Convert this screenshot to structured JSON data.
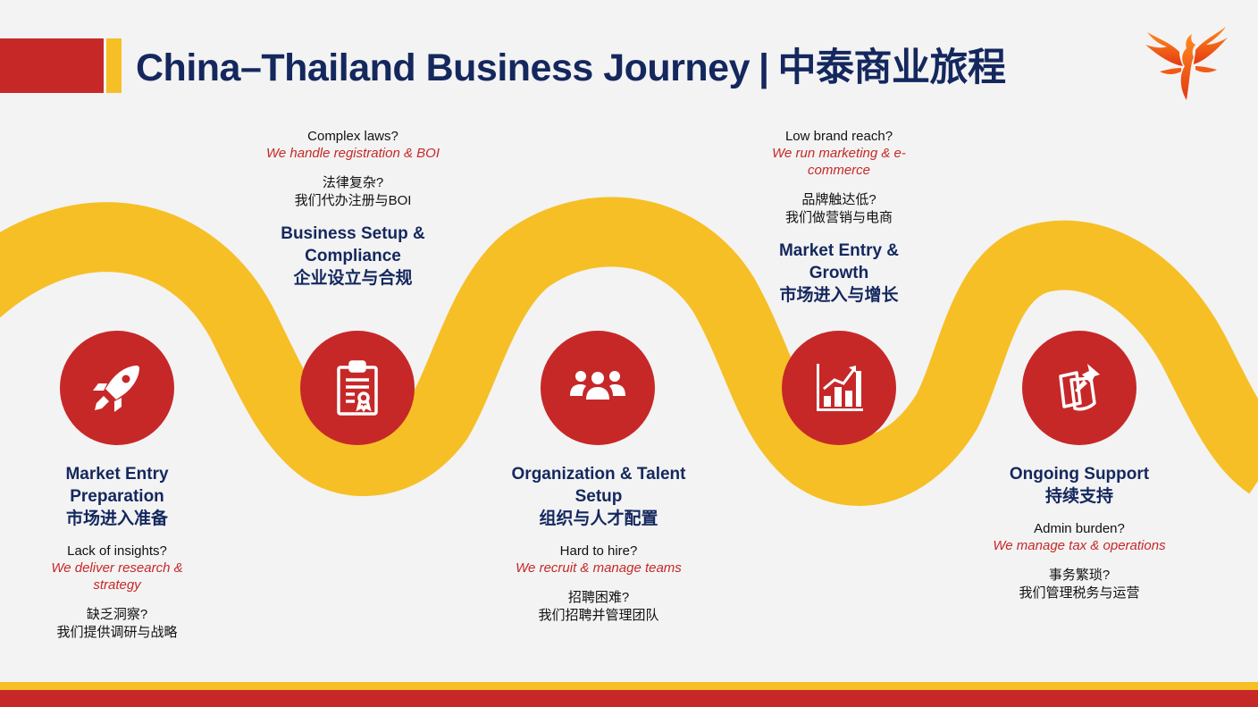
{
  "header": {
    "title_en": "China–Thailand Business Journey",
    "separator": "|",
    "title_zh": "中泰商业旅程"
  },
  "colors": {
    "accent_red": "#c62828",
    "accent_yellow": "#f6bf26",
    "navy": "#14285e",
    "background": "#f3f3f3"
  },
  "stages": [
    {
      "heading_en": "Market Entry Preparation",
      "heading_zh": "市场进入准备",
      "question_en": "Lack of insights?",
      "answer_en": "We deliver research & strategy",
      "question_zh": "缺乏洞察?",
      "answer_zh": "我们提供调研与战略",
      "icon": "rocket-icon"
    },
    {
      "heading_en": "Business Setup & Compliance",
      "heading_zh": "企业设立与合规",
      "question_en": "Complex laws?",
      "answer_en": "We handle registration & BOI",
      "question_zh": "法律复杂?",
      "answer_zh": "我们代办注册与BOI",
      "icon": "certificate-clipboard-icon"
    },
    {
      "heading_en": "Organization & Talent Setup",
      "heading_zh": "组织与人才配置",
      "question_en": "Hard to hire?",
      "answer_en": "We recruit & manage teams",
      "question_zh": "招聘困难?",
      "answer_zh": "我们招聘并管理团队",
      "icon": "team-icon"
    },
    {
      "heading_en": "Market Entry & Growth",
      "heading_zh": "市场进入与增长",
      "question_en": "Low brand reach?",
      "answer_en": "We run marketing & e-commerce",
      "question_zh": "品牌触达低?",
      "answer_zh": "我们做营销与电商",
      "icon": "growth-chart-icon"
    },
    {
      "heading_en": "Ongoing Support",
      "heading_zh": "持续支持",
      "question_en": "Admin burden?",
      "answer_en": "We manage tax & operations",
      "question_zh": "事务繁琐?",
      "answer_zh": "我们管理税务与运营",
      "icon": "pinned-notes-icon"
    }
  ]
}
